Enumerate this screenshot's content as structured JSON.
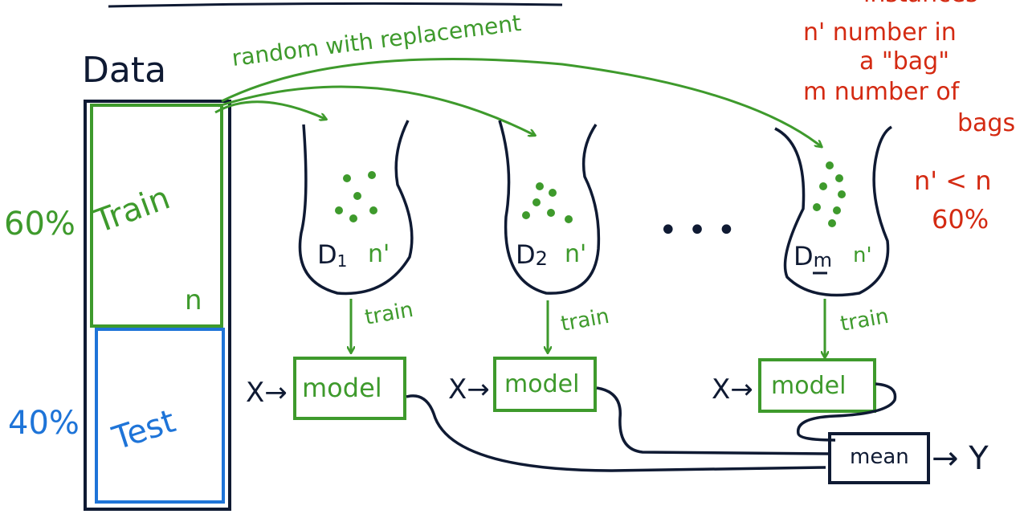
{
  "colors": {
    "ink": "#0f1a33",
    "green": "#3e9a2c",
    "blue": "#1e74d8",
    "red": "#d42a12"
  },
  "data_block": {
    "title": "Data",
    "train_label": "Train",
    "test_label": "Test",
    "train_pct": "60%",
    "test_pct": "40%",
    "n_label": "n"
  },
  "sampling_label": "random with replacement",
  "bags": [
    {
      "label_main": "D",
      "label_sub": "1",
      "count_label": "n'"
    },
    {
      "label_main": "D",
      "label_sub": "2",
      "count_label": "n'"
    },
    {
      "label_main": "D",
      "label_sub": "m",
      "count_label": "n'"
    }
  ],
  "ellipsis": "• • •",
  "train_arrow_label": "train",
  "model_label": "model",
  "input_label": "X→",
  "mean_label": "mean",
  "output_label": "→ Y",
  "notes": [
    "instances",
    "n' number in",
    "a \"bag\"",
    "m number of",
    "bags",
    "n' < n",
    "60%"
  ]
}
